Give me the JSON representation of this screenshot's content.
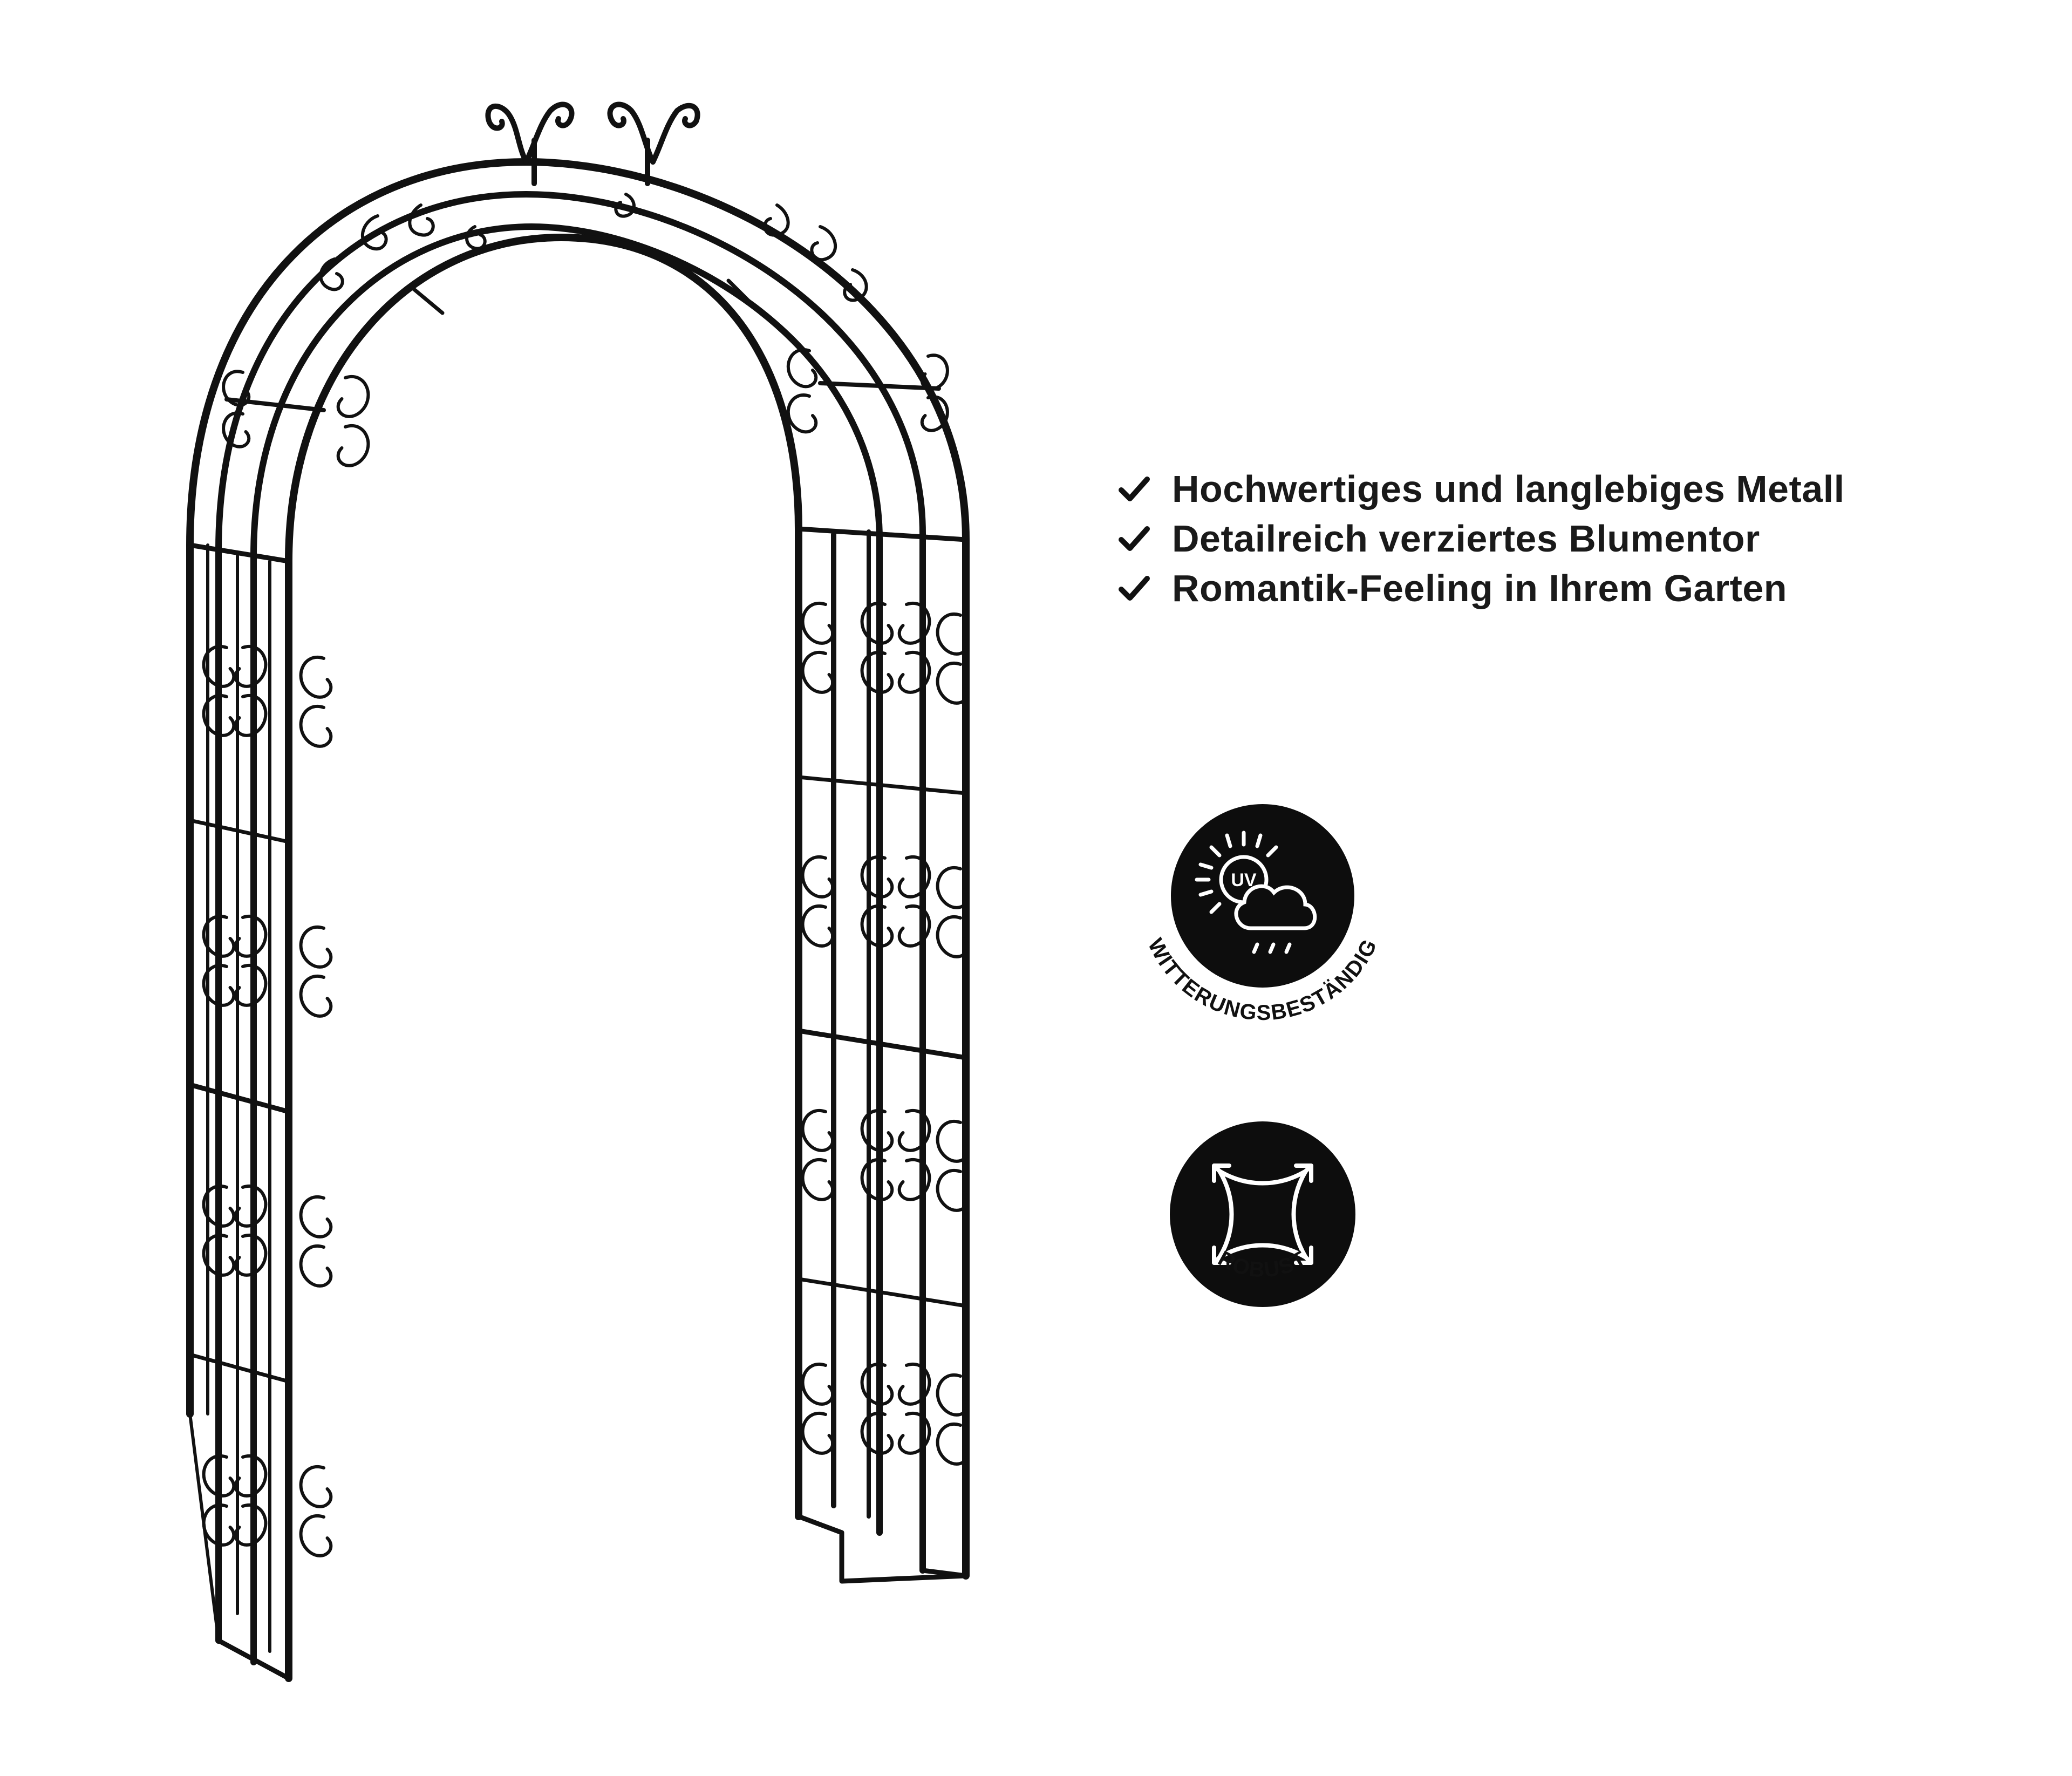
{
  "features": [
    {
      "icon": "check-icon",
      "text": "Hochwertiges und langlebiges Metall"
    },
    {
      "icon": "check-icon",
      "text": "Detailreich verziertes Blumentor"
    },
    {
      "icon": "check-icon",
      "text": "Romantik-Feeling in Ihrem Garten"
    }
  ],
  "badges": {
    "weather": {
      "icon": "uv-sun-cloud-rain-icon",
      "uv_text": "UV",
      "label": "WITTERUNGSBESTÄNDIG"
    },
    "robust": {
      "icon": "robust-square-arrows-icon",
      "label": "ROBUST"
    }
  },
  "colors": {
    "ink": "#111111",
    "badge_bg": "#0d0d0d",
    "background": "#ffffff"
  }
}
